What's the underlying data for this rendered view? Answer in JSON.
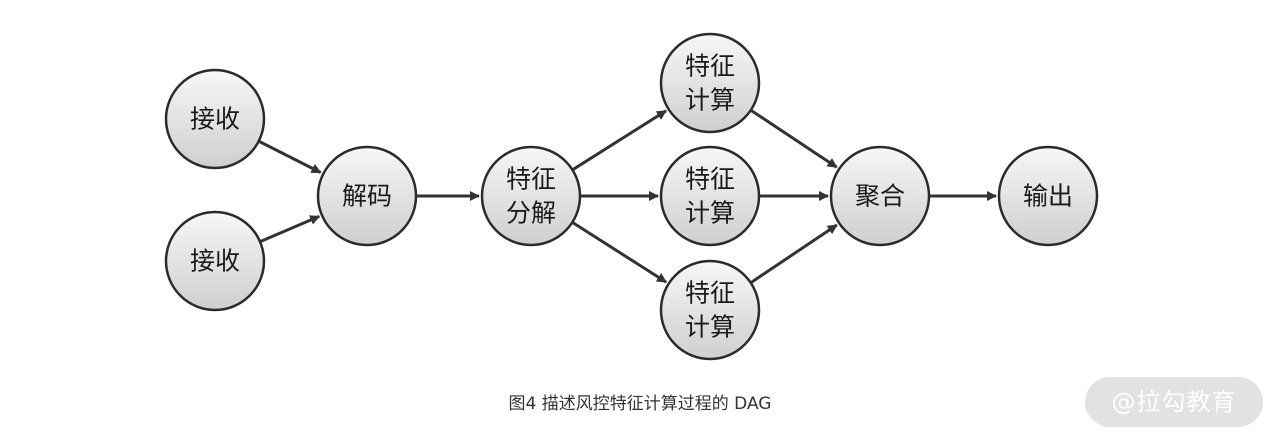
{
  "diagram": {
    "nodes": [
      {
        "id": "recv1",
        "lines": [
          "接收"
        ]
      },
      {
        "id": "recv2",
        "lines": [
          "接收"
        ]
      },
      {
        "id": "decode",
        "lines": [
          "解码"
        ]
      },
      {
        "id": "split",
        "lines": [
          "特征",
          "分解"
        ]
      },
      {
        "id": "calc1",
        "lines": [
          "特征",
          "计算"
        ]
      },
      {
        "id": "calc2",
        "lines": [
          "特征",
          "计算"
        ]
      },
      {
        "id": "calc3",
        "lines": [
          "特征",
          "计算"
        ]
      },
      {
        "id": "agg",
        "lines": [
          "聚合"
        ]
      },
      {
        "id": "out",
        "lines": [
          "输出"
        ]
      }
    ],
    "edges": [
      [
        "recv1",
        "decode"
      ],
      [
        "recv2",
        "decode"
      ],
      [
        "decode",
        "split"
      ],
      [
        "split",
        "calc1"
      ],
      [
        "split",
        "calc2"
      ],
      [
        "split",
        "calc3"
      ],
      [
        "calc1",
        "agg"
      ],
      [
        "calc2",
        "agg"
      ],
      [
        "calc3",
        "agg"
      ],
      [
        "agg",
        "out"
      ]
    ],
    "node_fill_top": "#f7f7f7",
    "node_fill_bottom": "#cfcfcf",
    "node_stroke": "#2b2b2b",
    "edge_color": "#333333"
  },
  "caption": "图4  描述风控特征计算过程的 DAG",
  "watermark": "@拉勾教育"
}
